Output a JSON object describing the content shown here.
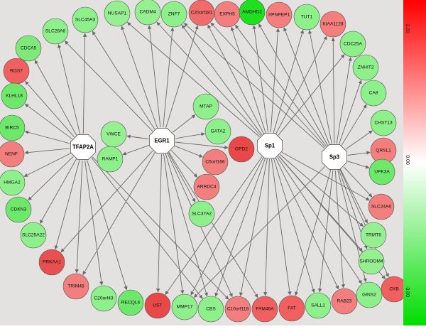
{
  "hubs": [
    {
      "id": "TFAP2A",
      "label": "TFAP2A"
    },
    {
      "id": "EGR1",
      "label": "EGR1"
    },
    {
      "id": "Sp1",
      "label": "Sp1"
    },
    {
      "id": "Sp3",
      "label": "Sp3"
    }
  ],
  "genes": [
    {
      "id": "CDCA5",
      "label": "CDCA5",
      "color": "#7ee87a"
    },
    {
      "id": "SLC26A6",
      "label": "SLC26A6",
      "color": "#8ef08a"
    },
    {
      "id": "SLC45A3",
      "label": "SLC45A3",
      "color": "#8ef08a"
    },
    {
      "id": "NUSAP1",
      "label": "NUSAP1",
      "color": "#96f092"
    },
    {
      "id": "CADM4",
      "label": "CADM4",
      "color": "#96f092"
    },
    {
      "id": "ZNF7",
      "label": "ZNF7",
      "color": "#8ef08a"
    },
    {
      "id": "C20orf181",
      "label": "C20orf181",
      "color": "#f26b6b"
    },
    {
      "id": "EXPH5",
      "label": "EXPH5",
      "color": "#f27e7e"
    },
    {
      "id": "AMDHD2",
      "label": "AMDHD2",
      "color": "#1ee01e"
    },
    {
      "id": "XPNPEP1",
      "label": "XPNPEP1",
      "color": "#f27e7e"
    },
    {
      "id": "TUT1",
      "label": "TUT1",
      "color": "#8ef08a"
    },
    {
      "id": "KIAA1128",
      "label": "KIAA1128",
      "color": "#f27e7e"
    },
    {
      "id": "RGS7",
      "label": "RGS7",
      "color": "#f06060"
    },
    {
      "id": "CDC25A",
      "label": "CDC25A",
      "color": "#8ef08a"
    },
    {
      "id": "ZNHIT2",
      "label": "ZNHIT2",
      "color": "#8ef08a"
    },
    {
      "id": "KLHL18",
      "label": "KLHL18",
      "color": "#6ee86a"
    },
    {
      "id": "CA8",
      "label": "CA8",
      "color": "#8ef08a"
    },
    {
      "id": "BIRC5",
      "label": "BIRC5",
      "color": "#6ee86a"
    },
    {
      "id": "CHST13",
      "label": "CHST13",
      "color": "#8ef08a"
    },
    {
      "id": "NENF",
      "label": "NENF",
      "color": "#f27e7e"
    },
    {
      "id": "QRSL1",
      "label": "QRSL1",
      "color": "#f27e7e"
    },
    {
      "id": "HMGA2",
      "label": "HMGA2",
      "color": "#8ef08a"
    },
    {
      "id": "UPK3A",
      "label": "UPK3A",
      "color": "#6ee86a"
    },
    {
      "id": "CDKN3",
      "label": "CDKN3",
      "color": "#6ee86a"
    },
    {
      "id": "SLC24A6",
      "label": "SLC24A6",
      "color": "#f27e7e"
    },
    {
      "id": "SLC25A22",
      "label": "SLC25A22",
      "color": "#8ef08a"
    },
    {
      "id": "TRMT6",
      "label": "TRMT6",
      "color": "#96f092"
    },
    {
      "id": "PRKAA1",
      "label": "PRKAA1",
      "color": "#e85050"
    },
    {
      "id": "SHROOM4",
      "label": "SHROOM4",
      "color": "#96f092"
    },
    {
      "id": "TRIM45",
      "label": "TRIM45",
      "color": "#f27e7e"
    },
    {
      "id": "C20orf43",
      "label": "C20orf43",
      "color": "#8ef08a"
    },
    {
      "id": "RECQL4",
      "label": "RECQL4",
      "color": "#6ee86a"
    },
    {
      "id": "UST",
      "label": "UST",
      "color": "#e84848"
    },
    {
      "id": "MMP17",
      "label": "MMP17",
      "color": "#8ef08a"
    },
    {
      "id": "CBS",
      "label": "CBS",
      "color": "#8ef08a"
    },
    {
      "id": "C10orf118",
      "label": "C10orf118",
      "color": "#f27e7e"
    },
    {
      "id": "FAM46A",
      "label": "FAM46A",
      "color": "#f06060"
    },
    {
      "id": "FAT",
      "label": "FAT",
      "color": "#f06060"
    },
    {
      "id": "SALL1",
      "label": "SALL1",
      "color": "#8ef08a"
    },
    {
      "id": "RAB23",
      "label": "RAB23",
      "color": "#f27e7e"
    },
    {
      "id": "GINS2",
      "label": "GINS2",
      "color": "#8ef08a"
    },
    {
      "id": "CKB",
      "label": "CKB",
      "color": "#f06060"
    },
    {
      "id": "MTAP",
      "label": "MTAP",
      "color": "#8ef08a"
    },
    {
      "id": "VWCE",
      "label": "VWCE",
      "color": "#96f092"
    },
    {
      "id": "GATA2",
      "label": "GATA2",
      "color": "#8ef08a"
    },
    {
      "id": "RAMP1",
      "label": "RAMP1",
      "color": "#8ef08a"
    },
    {
      "id": "GPD2",
      "label": "GPD2",
      "color": "#e84848"
    },
    {
      "id": "C6orf166",
      "label": "C6orf166",
      "color": "#f27e7e"
    },
    {
      "id": "ARRDC4",
      "label": "ARRDC4",
      "color": "#f27e7e"
    },
    {
      "id": "SLC37A2",
      "label": "SLC37A2",
      "color": "#8ef08a"
    }
  ],
  "edges": [
    [
      "TFAP2A",
      "CDCA5"
    ],
    [
      "TFAP2A",
      "SLC26A6"
    ],
    [
      "TFAP2A",
      "SLC45A3"
    ],
    [
      "TFAP2A",
      "RGS7"
    ],
    [
      "TFAP2A",
      "KLHL18"
    ],
    [
      "TFAP2A",
      "BIRC5"
    ],
    [
      "TFAP2A",
      "NENF"
    ],
    [
      "TFAP2A",
      "HMGA2"
    ],
    [
      "TFAP2A",
      "CDKN3"
    ],
    [
      "TFAP2A",
      "SLC25A22"
    ],
    [
      "TFAP2A",
      "PRKAA1"
    ],
    [
      "TFAP2A",
      "TRIM45"
    ],
    [
      "TFAP2A",
      "C20orf43"
    ],
    [
      "TFAP2A",
      "RECQL4"
    ],
    [
      "TFAP2A",
      "CBS"
    ],
    [
      "TFAP2A",
      "C10orf118"
    ],
    [
      "EGR1",
      "NUSAP1"
    ],
    [
      "EGR1",
      "CADM4"
    ],
    [
      "EGR1",
      "ZNF7"
    ],
    [
      "EGR1",
      "C20orf181"
    ],
    [
      "EGR1",
      "MTAP"
    ],
    [
      "EGR1",
      "GATA2"
    ],
    [
      "EGR1",
      "VWCE"
    ],
    [
      "EGR1",
      "RAMP1"
    ],
    [
      "EGR1",
      "GPD2"
    ],
    [
      "EGR1",
      "C6orf166"
    ],
    [
      "EGR1",
      "ARRDC4"
    ],
    [
      "EGR1",
      "SLC37A2"
    ],
    [
      "EGR1",
      "PRKAA1"
    ],
    [
      "EGR1",
      "UST"
    ],
    [
      "EGR1",
      "MMP17"
    ],
    [
      "EGR1",
      "CBS"
    ],
    [
      "EGR1",
      "C10orf118"
    ],
    [
      "EGR1",
      "FAM46A"
    ],
    [
      "EGR1",
      "TRIM45"
    ],
    [
      "EGR1",
      "SLC45A3"
    ],
    [
      "EGR1",
      "SLC26A6"
    ],
    [
      "Sp1",
      "CADM4"
    ],
    [
      "Sp1",
      "ZNF7"
    ],
    [
      "Sp1",
      "C20orf181"
    ],
    [
      "Sp1",
      "EXPH5"
    ],
    [
      "Sp1",
      "AMDHD2"
    ],
    [
      "Sp1",
      "XPNPEP1"
    ],
    [
      "Sp1",
      "TUT1"
    ],
    [
      "Sp1",
      "KIAA1128"
    ],
    [
      "Sp1",
      "CDC25A"
    ],
    [
      "Sp1",
      "NUSAP1"
    ],
    [
      "Sp1",
      "MMP17"
    ],
    [
      "Sp1",
      "CBS"
    ],
    [
      "Sp1",
      "C10orf118"
    ],
    [
      "Sp1",
      "FAM46A"
    ],
    [
      "Sp1",
      "FAT"
    ],
    [
      "Sp1",
      "SALL1"
    ],
    [
      "Sp1",
      "RAB23"
    ],
    [
      "Sp1",
      "GINS2"
    ],
    [
      "Sp1",
      "CKB"
    ],
    [
      "Sp1",
      "UST"
    ],
    [
      "Sp1",
      "TRMT6"
    ],
    [
      "Sp1",
      "SHROOM4"
    ],
    [
      "Sp1",
      "SLC24A6"
    ],
    [
      "Sp3",
      "EXPH5"
    ],
    [
      "Sp3",
      "AMDHD2"
    ],
    [
      "Sp3",
      "XPNPEP1"
    ],
    [
      "Sp3",
      "TUT1"
    ],
    [
      "Sp3",
      "KIAA1128"
    ],
    [
      "Sp3",
      "CDC25A"
    ],
    [
      "Sp3",
      "ZNHIT2"
    ],
    [
      "Sp3",
      "CA8"
    ],
    [
      "Sp3",
      "CHST13"
    ],
    [
      "Sp3",
      "QRSL1"
    ],
    [
      "Sp3",
      "UPK3A"
    ],
    [
      "Sp3",
      "SLC24A6"
    ],
    [
      "Sp3",
      "TRMT6"
    ],
    [
      "Sp3",
      "SHROOM4"
    ],
    [
      "Sp3",
      "CKB"
    ],
    [
      "Sp3",
      "GINS2"
    ],
    [
      "Sp3",
      "RAB23"
    ],
    [
      "Sp3",
      "SALL1"
    ],
    [
      "Sp3",
      "FAT"
    ],
    [
      "Sp3",
      "MMP17"
    ],
    [
      "Sp3",
      "ZNF7"
    ],
    [
      "Sp3",
      "C20orf181"
    ]
  ],
  "legend": {
    "top_label": "3.00",
    "mid_label": "0.00",
    "bottom_label": "-3.00",
    "top_color": "#ff0000",
    "mid_color": "#ffffff",
    "bottom_color": "#00dd00"
  },
  "colors": {
    "canvas_bg": "#e4e1e1",
    "edge": "#6a6a6a",
    "hub_fill": "#ffffff"
  }
}
